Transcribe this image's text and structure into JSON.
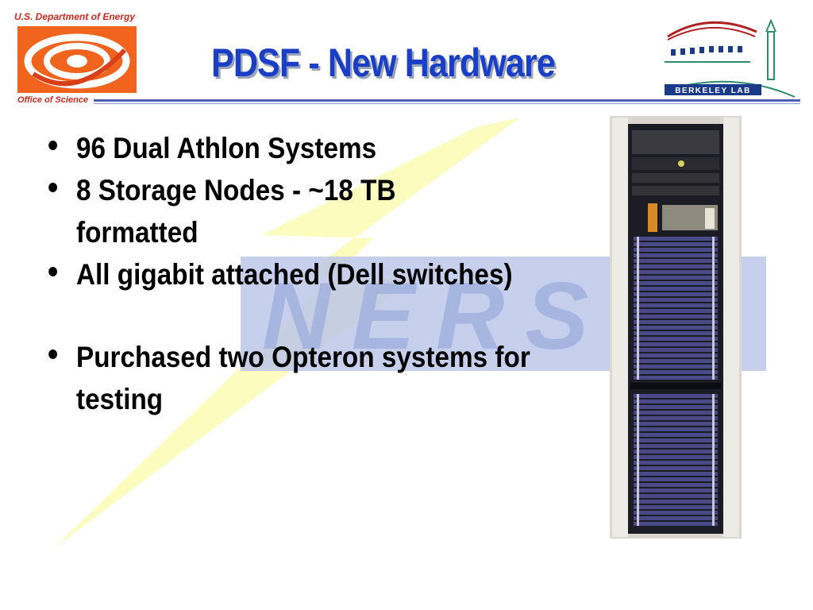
{
  "header": {
    "doe_label": "U.S. Department of Energy",
    "office_label": "Office of Science",
    "title": "PDSF - New Hardware",
    "berkeley_lab_label": "BERKELEY LAB"
  },
  "bullets": [
    "96 Dual Athlon Systems",
    "8 Storage Nodes - ~18 TB formatted",
    "All gigabit attached (Dell switches)",
    "Purchased two Opteron systems for testing"
  ],
  "colors": {
    "title_blue": "#1a3fc6",
    "doe_red": "#cc2a1e",
    "doe_orange": "#f0641e",
    "rule_blue": "#4a5fb3",
    "bolt_yellow": "#fdfcb8",
    "lab_green": "#2e8b6e",
    "lab_red": "#b02020"
  },
  "icons": [
    "doe-logo",
    "berkeley-lab-logo",
    "lightning-bolt-watermark",
    "server-rack-photo"
  ]
}
